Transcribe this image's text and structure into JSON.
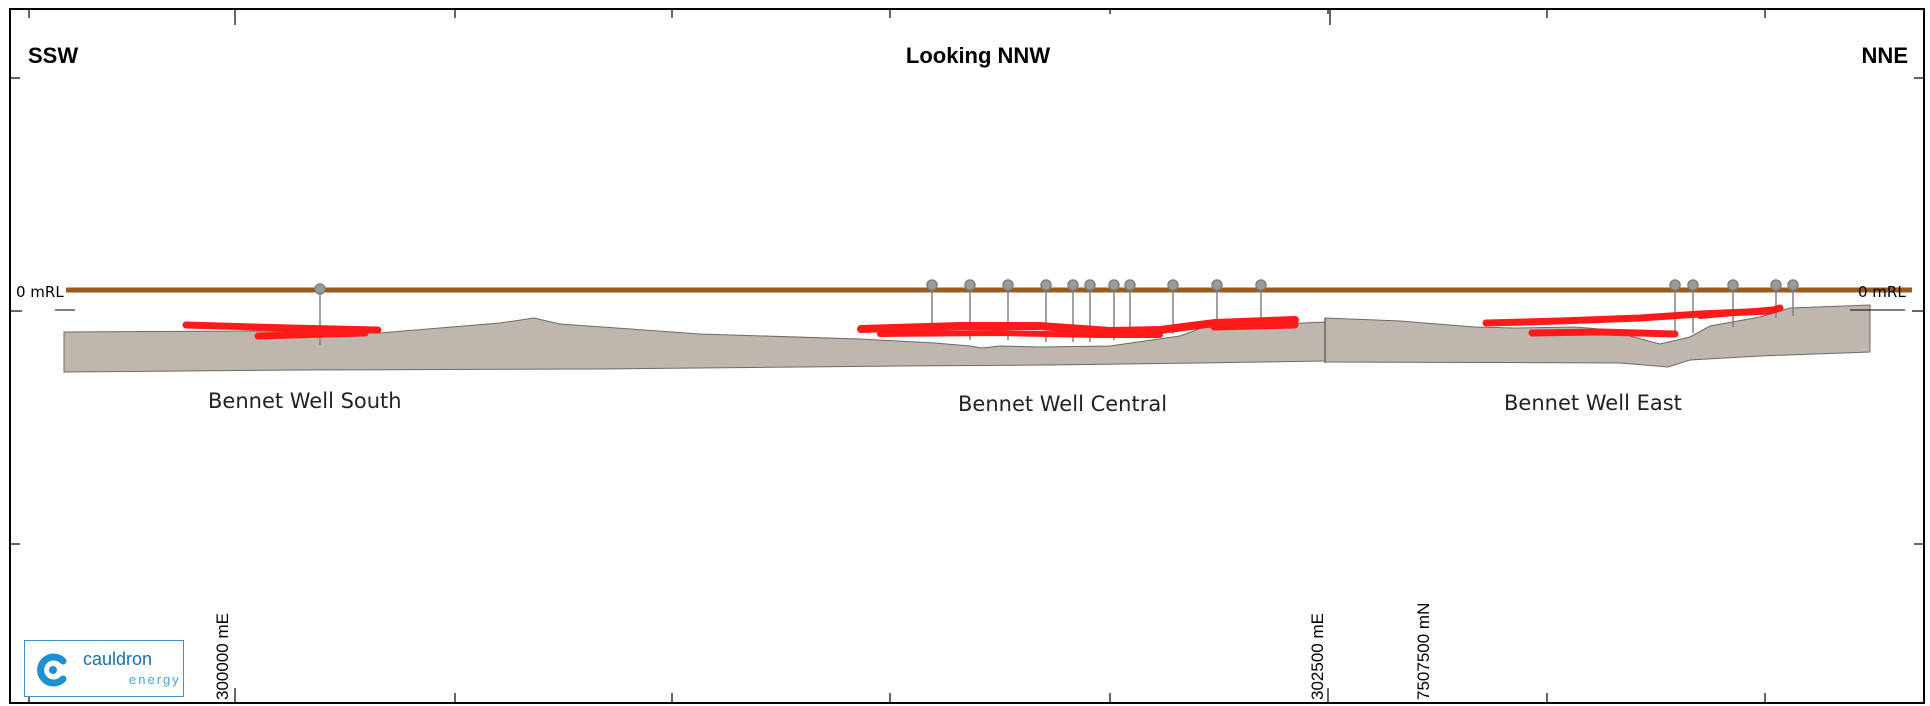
{
  "header": {
    "left_direction": "SSW",
    "view_direction": "Looking NNW",
    "right_direction": "NNE"
  },
  "reference_level": {
    "left_label": "0 mRL",
    "right_label": "0 mRL",
    "line_color": "#9a5a1c"
  },
  "deposits": [
    {
      "label": "Bennet Well South"
    },
    {
      "label": "Bennet Well Central"
    },
    {
      "label": "Bennet Well East"
    }
  ],
  "coordinates": [
    {
      "label": "300000 mE"
    },
    {
      "label": "302500 mE"
    },
    {
      "label": "7507500 mN"
    }
  ],
  "colors": {
    "mineralisation": "#ff1a1a",
    "host_unit": "#bfb7ae",
    "collar": "#888888"
  },
  "logo": {
    "name": "cauldron",
    "tagline": "energy"
  }
}
